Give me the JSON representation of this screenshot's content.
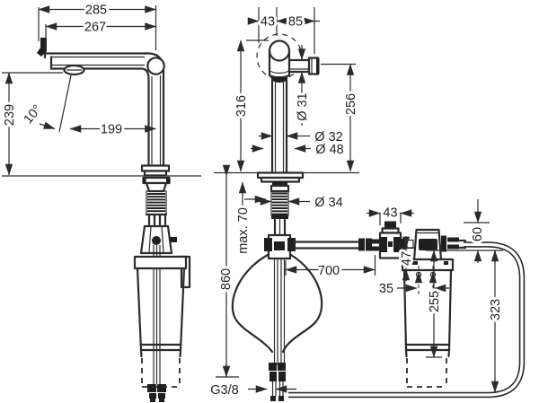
{
  "colors": {
    "line": "#2b2b2b",
    "background": "#ffffff"
  },
  "side_view": {
    "dims": {
      "overall_depth": "285",
      "spout_depth": "267",
      "spout_height": "239",
      "spout_reach": "199",
      "spout_angle": "10°"
    }
  },
  "front_view": {
    "dims": {
      "handle_offset": "43",
      "spout_end_width": "85",
      "height_above_deck": "316",
      "spout_tube_diameter": "Ø 31",
      "outlet_clearance": "256",
      "body_diameter": "Ø 32",
      "base_diameter": "Ø 48",
      "shank_diameter": "Ø 34",
      "max_deck_thickness": "max. 70",
      "hose_drop": "860",
      "connection_hose": "700",
      "supply_thread": "G3/8"
    }
  },
  "filter_unit": {
    "dims": {
      "valve_width": "43",
      "head_clearance": "60",
      "head_height": "47",
      "port_spacing": "35",
      "cartridge_length": "255",
      "overall_length": "323"
    }
  }
}
